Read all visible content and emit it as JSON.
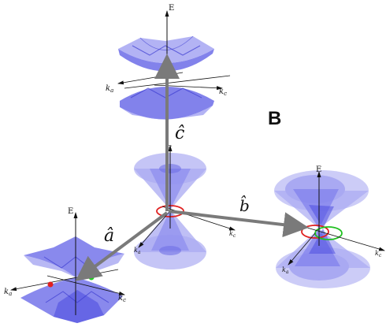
{
  "panel_label": "B",
  "vectors": {
    "a": "â",
    "b": "b̂",
    "c": "ĉ"
  },
  "axes": {
    "energy": "E",
    "ka": "k",
    "ka_sub": "a",
    "kc": "k",
    "kc_sub": "c"
  },
  "colors": {
    "surface_fill": "#4f4fe0",
    "surface_light": "#a9a9f2",
    "arrow": "#808080",
    "red_loop": "#e02020",
    "green_loop": "#20c020"
  }
}
